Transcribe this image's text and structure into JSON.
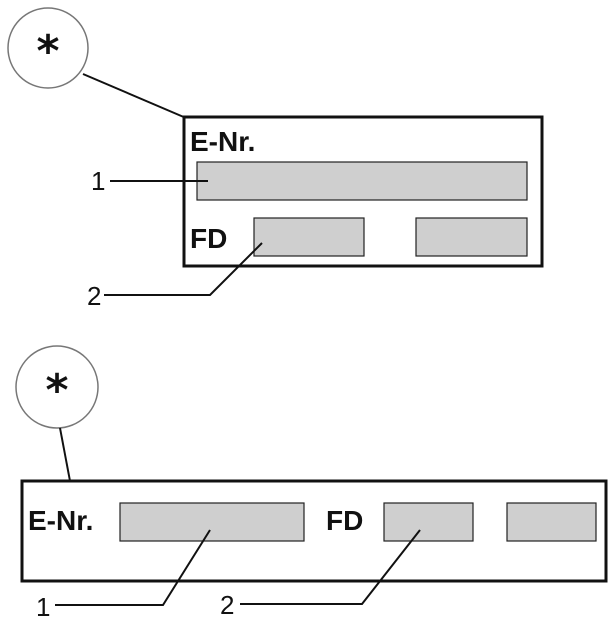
{
  "symbol": "*",
  "variant_a": {
    "plate_label": "E-Nr.",
    "fd_label": "FD",
    "callout_1": "1",
    "callout_2": "2"
  },
  "variant_b": {
    "plate_label": "E-Nr.",
    "fd_label": "FD",
    "callout_1": "1",
    "callout_2": "2"
  }
}
